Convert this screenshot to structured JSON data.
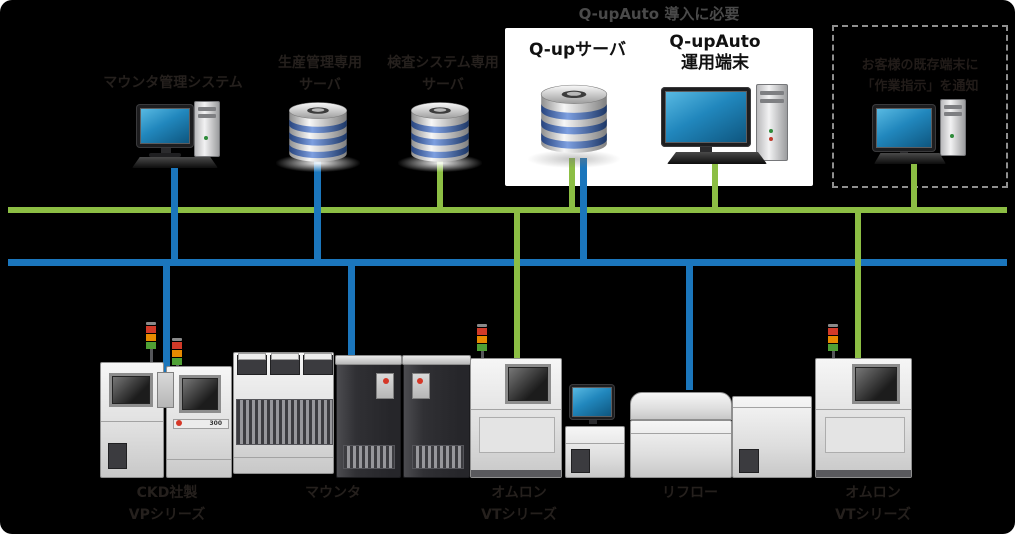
{
  "banner": {
    "title": "Q-upAuto 導入に必要"
  },
  "network": {
    "green_lan_color": "#8CBE44",
    "blue_lan_color": "#1B76BC"
  },
  "highlight_box": {
    "server_label": "Q-upサーバ",
    "terminal_label_line1": "Q-upAuto",
    "terminal_label_line2": "運用端末"
  },
  "dashed_box": {
    "note_line1": "お客様の既存端末に",
    "note_line2": "「作業指示」を通知"
  },
  "upper_devices": {
    "mounter_management": {
      "label": "マウンタ管理システム"
    },
    "production_server": {
      "label_line1": "生産管理専用",
      "label_line2": "サーバ"
    },
    "inspection_server": {
      "label_line1": "検査システム専用",
      "label_line2": "サーバ"
    }
  },
  "machine_labels": {
    "spi": {
      "line1": "CKD社製",
      "line2": "VPシリーズ"
    },
    "mounter": {
      "line1": "マウンタ"
    },
    "aoi_pre": {
      "line1": "オムロン",
      "line2": "VTシリーズ"
    },
    "reflow": {
      "line1": "リフロー"
    },
    "aoi_post": {
      "line1": "オムロン",
      "line2": "VTシリーズ"
    }
  },
  "machine_details": {
    "spi_panel_badge": "300"
  }
}
